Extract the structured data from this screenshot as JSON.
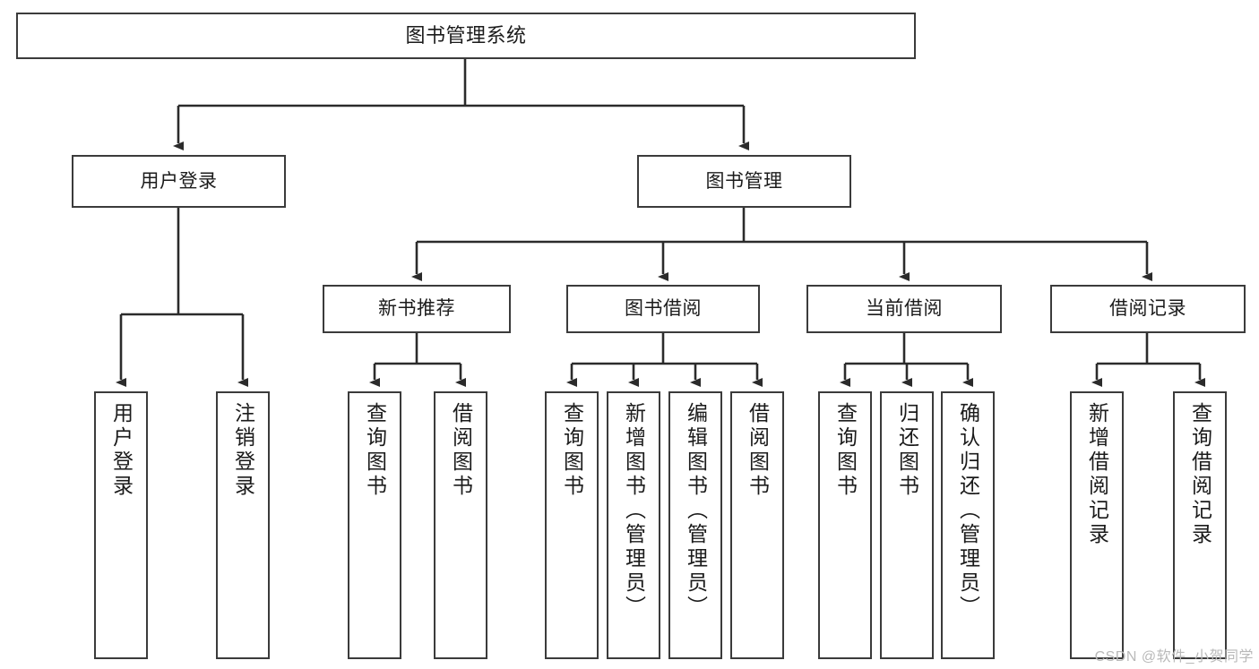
{
  "diagram": {
    "title": "图书管理系统",
    "type": "tree",
    "colors": {
      "box_stroke": "#3b3b3b",
      "box_fill": "#ffffff",
      "edge": "#2b2b2b",
      "text": "#1b1b1b",
      "watermark": "#b9b9b9"
    },
    "nodes": {
      "root": {
        "label": "图书管理系统"
      },
      "level1": [
        {
          "label": "用户登录"
        },
        {
          "label": "图书管理"
        }
      ],
      "level2": [
        {
          "label": "新书推荐"
        },
        {
          "label": "图书借阅"
        },
        {
          "label": "当前借阅"
        },
        {
          "label": "借阅记录"
        }
      ],
      "leaves_user_login": [
        {
          "label": "用户登录"
        },
        {
          "label": "注销登录"
        }
      ],
      "leaves_new_book": [
        {
          "label": "查询图书"
        },
        {
          "label": "借阅图书"
        }
      ],
      "leaves_borrow": [
        {
          "label": "查询图书"
        },
        {
          "label": "新增图书（管理员）"
        },
        {
          "label": "编辑图书（管理员）"
        },
        {
          "label": "借阅图书"
        }
      ],
      "leaves_current": [
        {
          "label": "查询图书"
        },
        {
          "label": "归还图书"
        },
        {
          "label": "确认归还（管理员）"
        }
      ],
      "leaves_record": [
        {
          "label": "新增借阅记录"
        },
        {
          "label": "查询借阅记录"
        }
      ]
    },
    "watermark": "CSDN @软件_小贺同学"
  }
}
